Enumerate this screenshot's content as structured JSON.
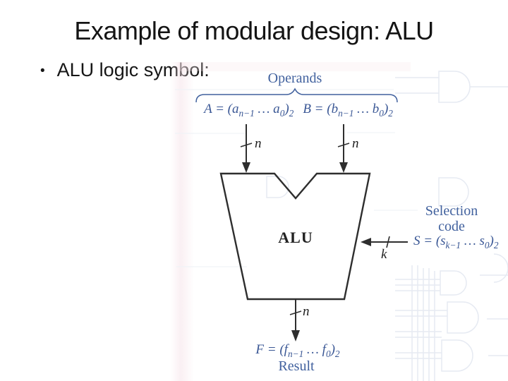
{
  "slide": {
    "title": "Example of modular design: ALU",
    "bullet_marker": "•",
    "bullet": "ALU logic symbol:"
  },
  "colors": {
    "title_color": "#141414",
    "label_blue": "#41619e",
    "equation_blue": "#3a5795",
    "diagram_stroke": "#2e2e2e",
    "watermark_blue": "#e6eaf2",
    "edge_tint_pink": "#f4dde4"
  },
  "diagram": {
    "operands_label": "Operands",
    "selection_label": "Selection code",
    "alu_label": "ALU",
    "result_label": "Result",
    "bus_labels": {
      "a": "n",
      "b": "n",
      "s": "k",
      "f": "n"
    },
    "equations": {
      "a": [
        {
          "t": "A = (a"
        },
        {
          "t": "n−1",
          "sub": true
        },
        {
          "t": " … a"
        },
        {
          "t": "0",
          "sub": true
        },
        {
          "t": ")"
        },
        {
          "t": "2",
          "sub": true
        }
      ],
      "b": [
        {
          "t": "B = (b"
        },
        {
          "t": "n−1",
          "sub": true
        },
        {
          "t": " … b"
        },
        {
          "t": "0",
          "sub": true
        },
        {
          "t": ")"
        },
        {
          "t": "2",
          "sub": true
        }
      ],
      "s": [
        {
          "t": "S = (s"
        },
        {
          "t": "k−1",
          "sub": true
        },
        {
          "t": " … s"
        },
        {
          "t": "0",
          "sub": true
        },
        {
          "t": ")"
        },
        {
          "t": "2",
          "sub": true
        }
      ],
      "f": [
        {
          "t": "F = (f"
        },
        {
          "t": "n−1",
          "sub": true
        },
        {
          "t": " … f"
        },
        {
          "t": "0",
          "sub": true
        },
        {
          "t": ")"
        },
        {
          "t": "2",
          "sub": true
        }
      ]
    }
  }
}
